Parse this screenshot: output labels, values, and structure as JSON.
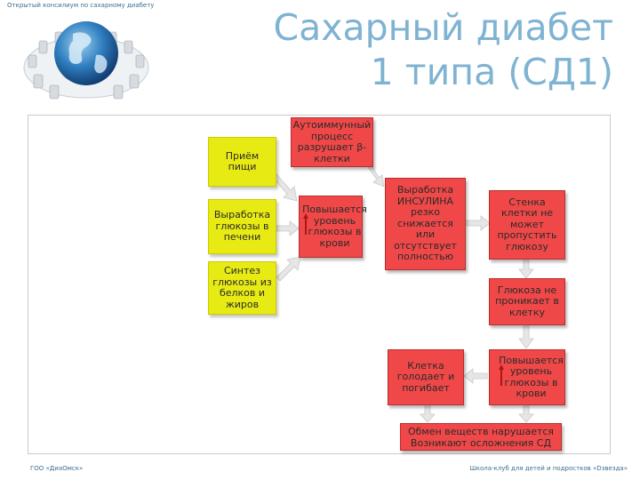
{
  "header": {
    "caption": "Открытый консилиум по сахарному диабету",
    "title_line1": "Сахарный диабет",
    "title_line2": "1 типа (СД1)"
  },
  "boxes": {
    "autoimmune": "Аутоиммунный процесс разрушает β-клетки",
    "food": "Приём пищи",
    "liver": "Выработка глюкозы в печени",
    "synthesis": "Синтез глюкозы из белков и жиров",
    "glucose_up": "Повышается уровень глюкозы в крови",
    "insulin": "Выработка ИНСУЛИНА резко снижается или отсутствует полностью",
    "cell_wall": "Стенка клетки не может пропустить глюкозу",
    "no_entry": "Глюкоза не проникает в клетку",
    "cell_starves": "Клетка голодает и погибает",
    "glucose_up2": "Повышается уровень глюкозы в крови",
    "metabolism": "Обмен веществ нарушается Возникают осложнения СД"
  },
  "footer": {
    "left": "ГОО «ДиаОмск»",
    "right": "Школа-клуб для детей и подростков «Dзвезда»"
  },
  "colors": {
    "title": "#7fb3d2",
    "red_box": "#f04848",
    "yellow_box": "#e8ea14",
    "arrow": "#e4e4e4",
    "up_arrow": "#b01414"
  }
}
